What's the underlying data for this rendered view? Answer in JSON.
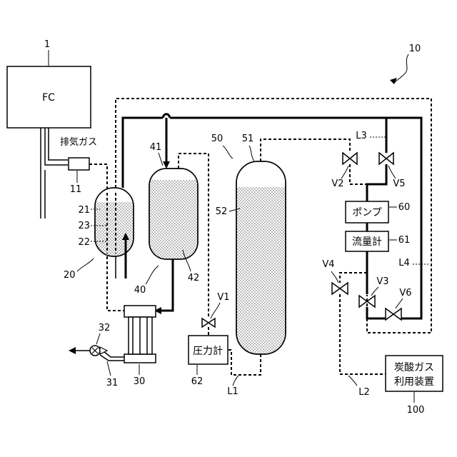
{
  "fuel_cell": {
    "label": "FC",
    "ref": "1"
  },
  "system_ref": "10",
  "exhaust_label": "排気ガス",
  "refs": {
    "sensor": "11",
    "absorber": "20",
    "absorber_outer": "21",
    "absorber_inner": "22",
    "absorber_media": "23",
    "heat_exchanger": "30",
    "outlet": "31",
    "outlet_valve": "32",
    "regenerator": "40",
    "regenerator_top": "41",
    "regenerator_media": "42",
    "storage_tank_group": "50",
    "storage_tank": "51",
    "storage_media": "52",
    "pump": "60",
    "flow_meter": "61",
    "pressure_gauge": "62",
    "co2_device": "100"
  },
  "lines": {
    "l1": "L1",
    "l2": "L2",
    "l3": "L3",
    "l4": "L4"
  },
  "valves": {
    "v1": "V1",
    "v2": "V2",
    "v3": "V3",
    "v4": "V4",
    "v5": "V5",
    "v6": "V6"
  },
  "boxes": {
    "pump": "ポンプ",
    "flow_meter": "流量計",
    "pressure_gauge": "圧力計",
    "co2_device_line1": "炭酸ガス",
    "co2_device_line2": "利用装置"
  },
  "icons": {
    "arrow": "flow-arrow-icon",
    "valve": "two-way-valve-icon",
    "check": "check-valve-icon"
  }
}
